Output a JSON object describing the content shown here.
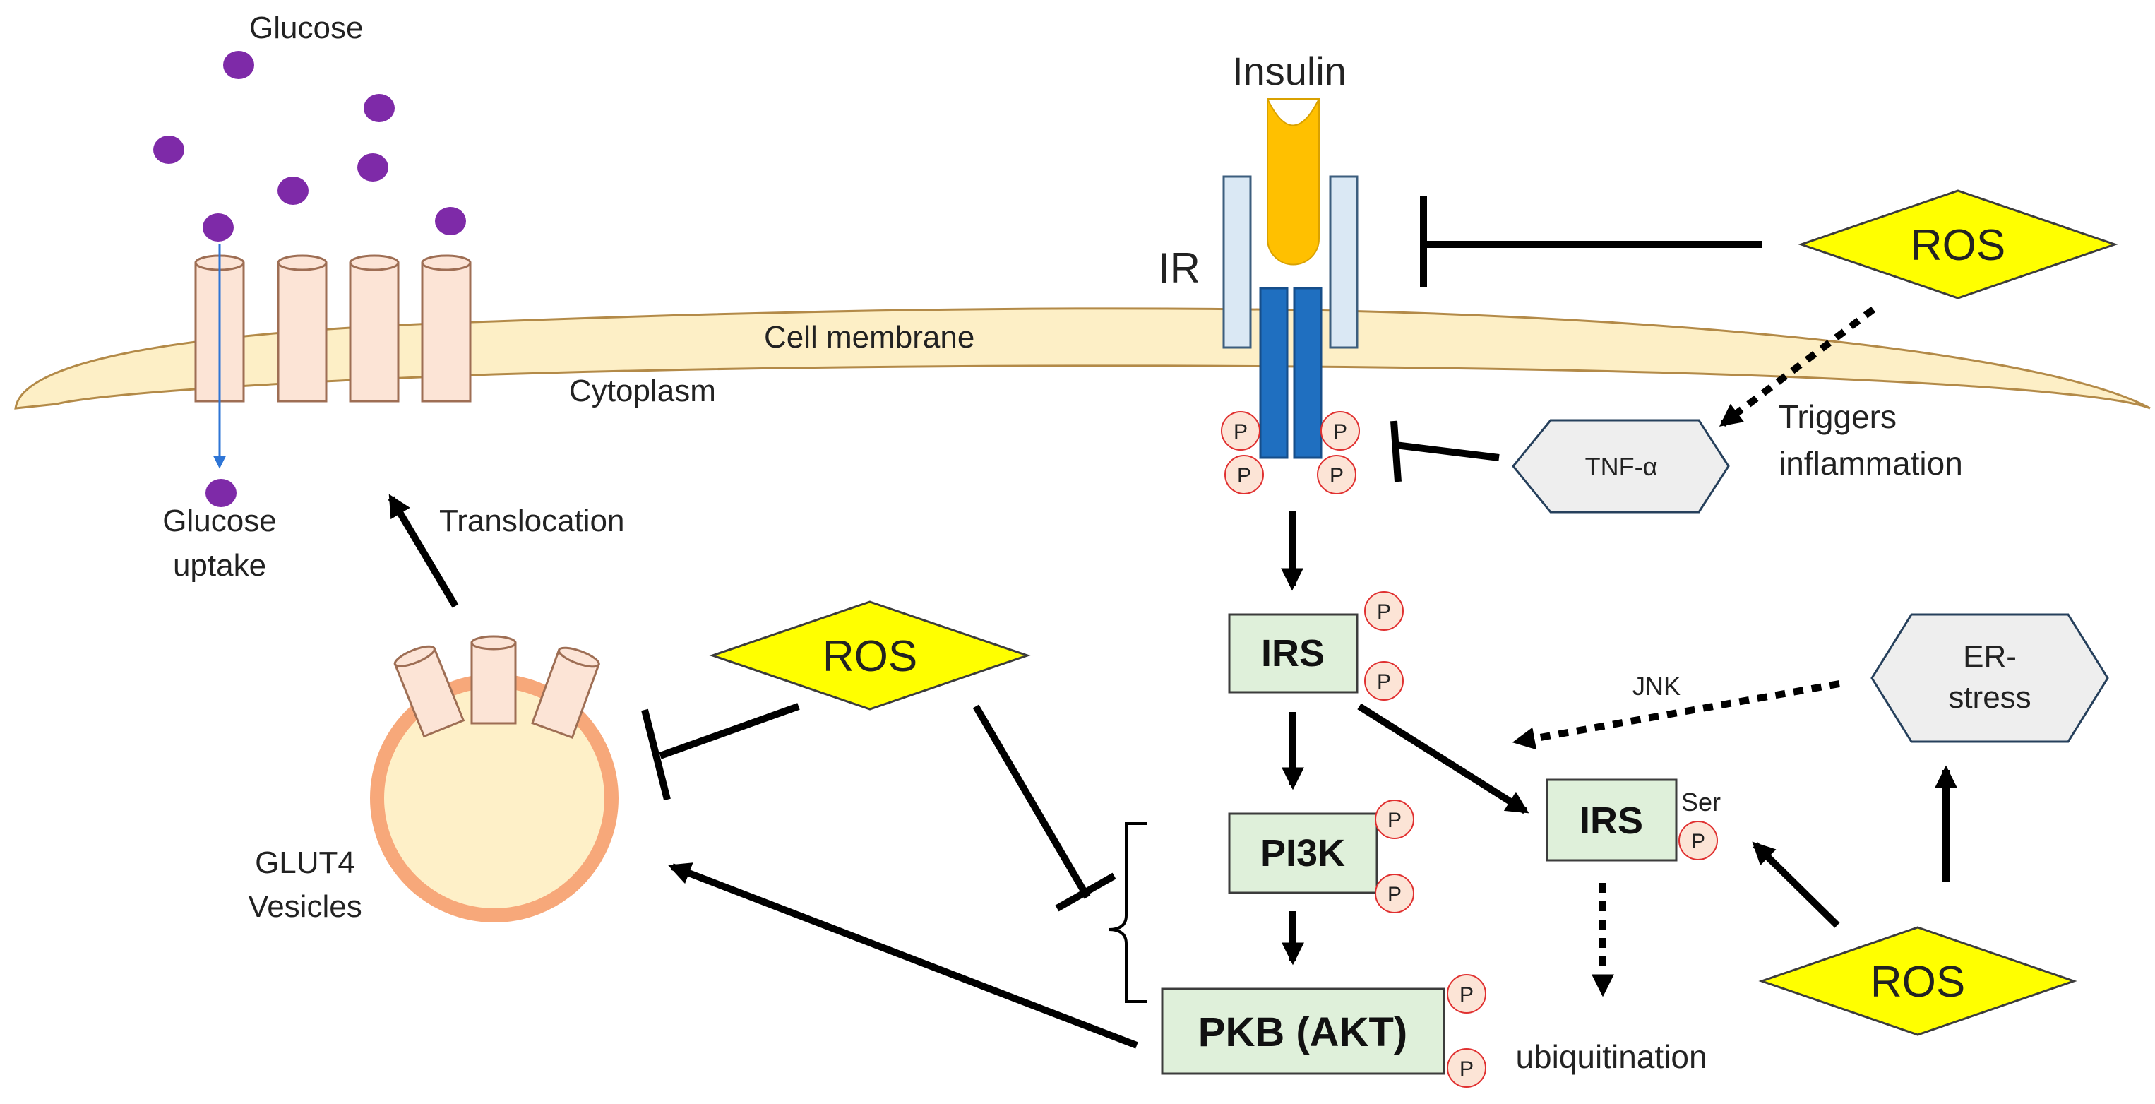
{
  "labels": {
    "glucose": "Glucose",
    "insulin": "Insulin",
    "ir": "IR",
    "cell_membrane": "Cell membrane",
    "cytoplasm": "Cytoplasm",
    "glucose_uptake_1": "Glucose",
    "glucose_uptake_2": "uptake",
    "translocation": "Translocation",
    "glut4_1": "GLUT4",
    "glut4_2": "Vesicles",
    "triggers_1": "Triggers",
    "triggers_2": "inflammation",
    "jnk": "JNK",
    "ubiquitination": "ubiquitination",
    "ser": "Ser",
    "phospho": "P"
  },
  "nodes": {
    "ros_top": "ROS",
    "ros_left": "ROS",
    "ros_bottom": "ROS",
    "tnf": "TNF-α",
    "er_stress_1": "ER-",
    "er_stress_2": "stress",
    "irs_main": "IRS",
    "irs_ser": "IRS",
    "pi3k": "PI3K",
    "pkb": "PKB (AKT)"
  },
  "colors": {
    "ros_fill": "#FFFF00",
    "box_fill": "#DFF0DA",
    "glucose": "#7E2AA8",
    "insulin": "#FFC000",
    "receptor_alpha": "#DAE8F4",
    "receptor_beta": "#1F6FC0",
    "membrane": "#FDEFC6",
    "vesicle_fill": "#FEF0C8",
    "vesicle_ring": "#F7A87A",
    "channel": "#FCE4D6",
    "hex_fill": "#EEEEEE",
    "phospho_fill": "#FCE4D6",
    "phospho_ring": "#E03030"
  }
}
